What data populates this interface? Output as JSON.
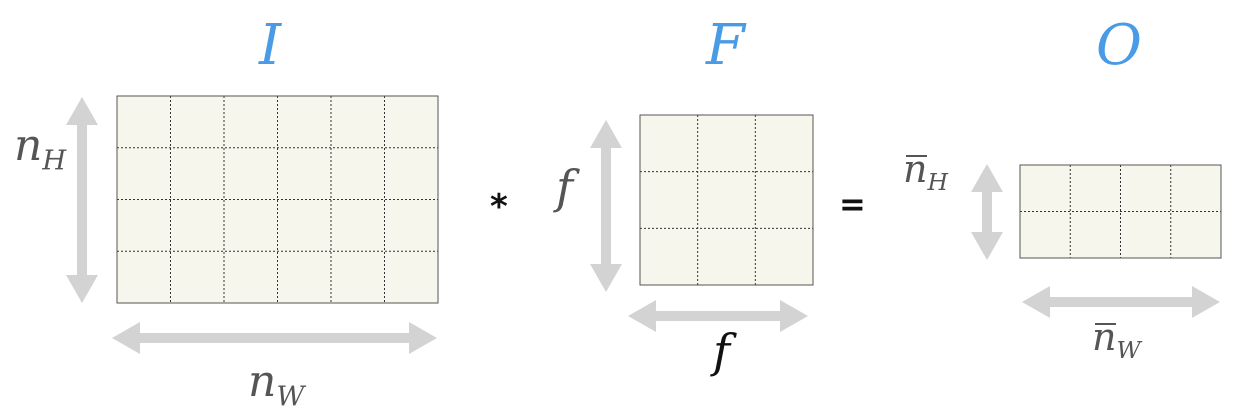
{
  "colors": {
    "title": "#4a9be6",
    "cell_fill": "#f7f6ec",
    "arrow": "#d3d3d3",
    "label": "#555555"
  },
  "input": {
    "title": "I",
    "rows": 4,
    "cols": 6,
    "height_label": {
      "base": "n",
      "sub": "H"
    },
    "width_label": {
      "base": "n",
      "sub": "W"
    }
  },
  "filter": {
    "title": "F",
    "rows": 3,
    "cols": 3,
    "height_label": "f",
    "width_label": "f"
  },
  "output": {
    "title": "O",
    "rows": 2,
    "cols": 4,
    "height_label": {
      "base": "n",
      "sub": "H"
    },
    "width_label": {
      "base": "n",
      "sub": "W"
    }
  },
  "operators": {
    "convolve": "*",
    "equals": "="
  }
}
